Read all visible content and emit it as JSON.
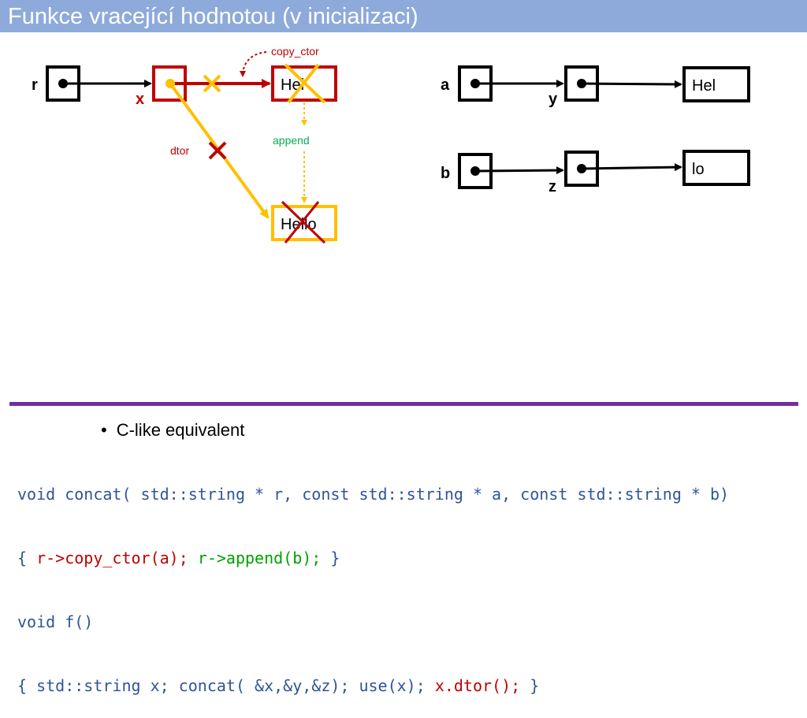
{
  "slide": {
    "title": "Funkce vracející hodnotou (v inicializaci)"
  },
  "diagram": {
    "left": {
      "labels": {
        "r": "r",
        "x": "x",
        "copy_ctor": "copy_ctor",
        "append": "append",
        "dtor": "dtor"
      },
      "boxes": {
        "hel": "Hel",
        "hello": "Hello"
      }
    },
    "right": {
      "labels": {
        "a": "a",
        "b": "b",
        "y": "y",
        "z": "z"
      },
      "boxes": {
        "hel": "Hel",
        "lo": "lo"
      }
    },
    "colors": {
      "red": "#c00000",
      "yellow": "#ffc000",
      "green": "#00b050",
      "black": "#000000"
    }
  },
  "body": {
    "bullet": "C-like equivalent",
    "code": {
      "line1": "void concat( std::string * r, const std::string * a, const std::string * b)",
      "line2_open": "{ ",
      "line2_red": "r->copy_ctor(a); ",
      "line2_green": "r->append(b);",
      "line2_close": " }",
      "line3": "void f()",
      "line4_main": "{ std::string x; concat( &x,&y,&z); use(x); ",
      "line4_red": "x.dtor();",
      "line4_close": " }"
    }
  }
}
